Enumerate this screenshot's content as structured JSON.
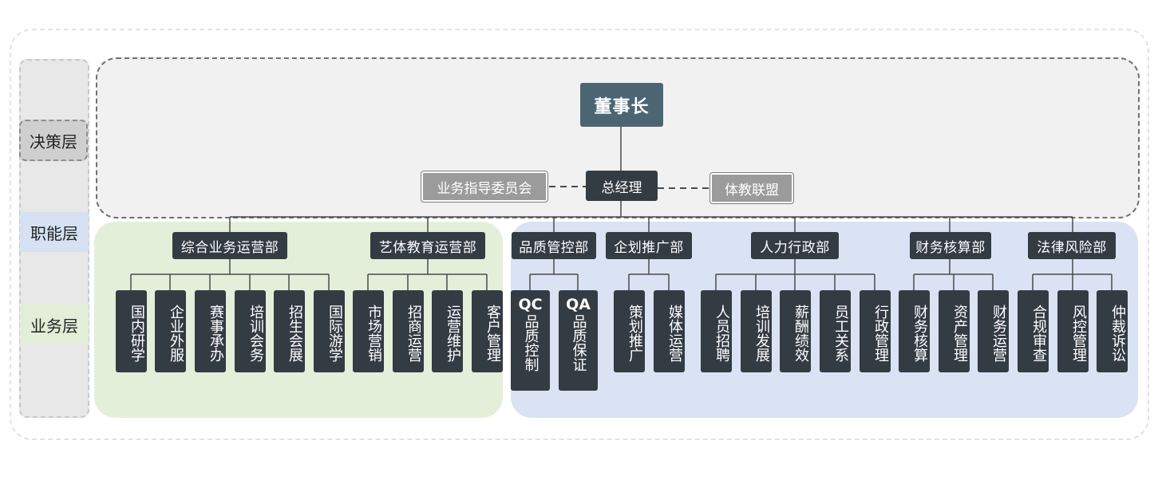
{
  "layers": {
    "decision": "决策层",
    "function": "职能层",
    "business": "业务层"
  },
  "top": {
    "chairman": "董事长",
    "general_manager": "总经理",
    "left_committee": "业务指导委员会",
    "right_alliance": "体教联盟"
  },
  "departments": [
    {
      "name": "综合业务运营部",
      "units": [
        "国内研学",
        "企业外服",
        "赛事承办",
        "培训会务",
        "招生会展",
        "国际游学"
      ]
    },
    {
      "name": "艺体教育运营部",
      "units": [
        "市场营销",
        "招商运营",
        "运营维护",
        "客户管理"
      ]
    },
    {
      "name": "品质管控部",
      "units": [
        {
          "code": "QC",
          "rest": "品质控制"
        },
        {
          "code": "QA",
          "rest": "品质保证"
        }
      ]
    },
    {
      "name": "企划推广部",
      "units": [
        "策划推广",
        "媒体运营"
      ]
    },
    {
      "name": "人力行政部",
      "units": [
        "人员招聘",
        "培训发展",
        "薪酬绩效",
        "员工关系",
        "行政管理"
      ]
    },
    {
      "name": "财务核算部",
      "units": [
        "财务核算",
        "资产管理",
        "财务运营"
      ]
    },
    {
      "name": "法律风险部",
      "units": [
        "合规审查",
        "风控管理",
        "仲裁诉讼"
      ]
    }
  ],
  "colors": {
    "chairman": "#4b6573",
    "dark_box": "#333b43",
    "side_box": "#9b9b9b",
    "decision_zone": "#f1f1f1",
    "green_zone": "#e4efda",
    "blue_zone": "#d9e3f3"
  }
}
